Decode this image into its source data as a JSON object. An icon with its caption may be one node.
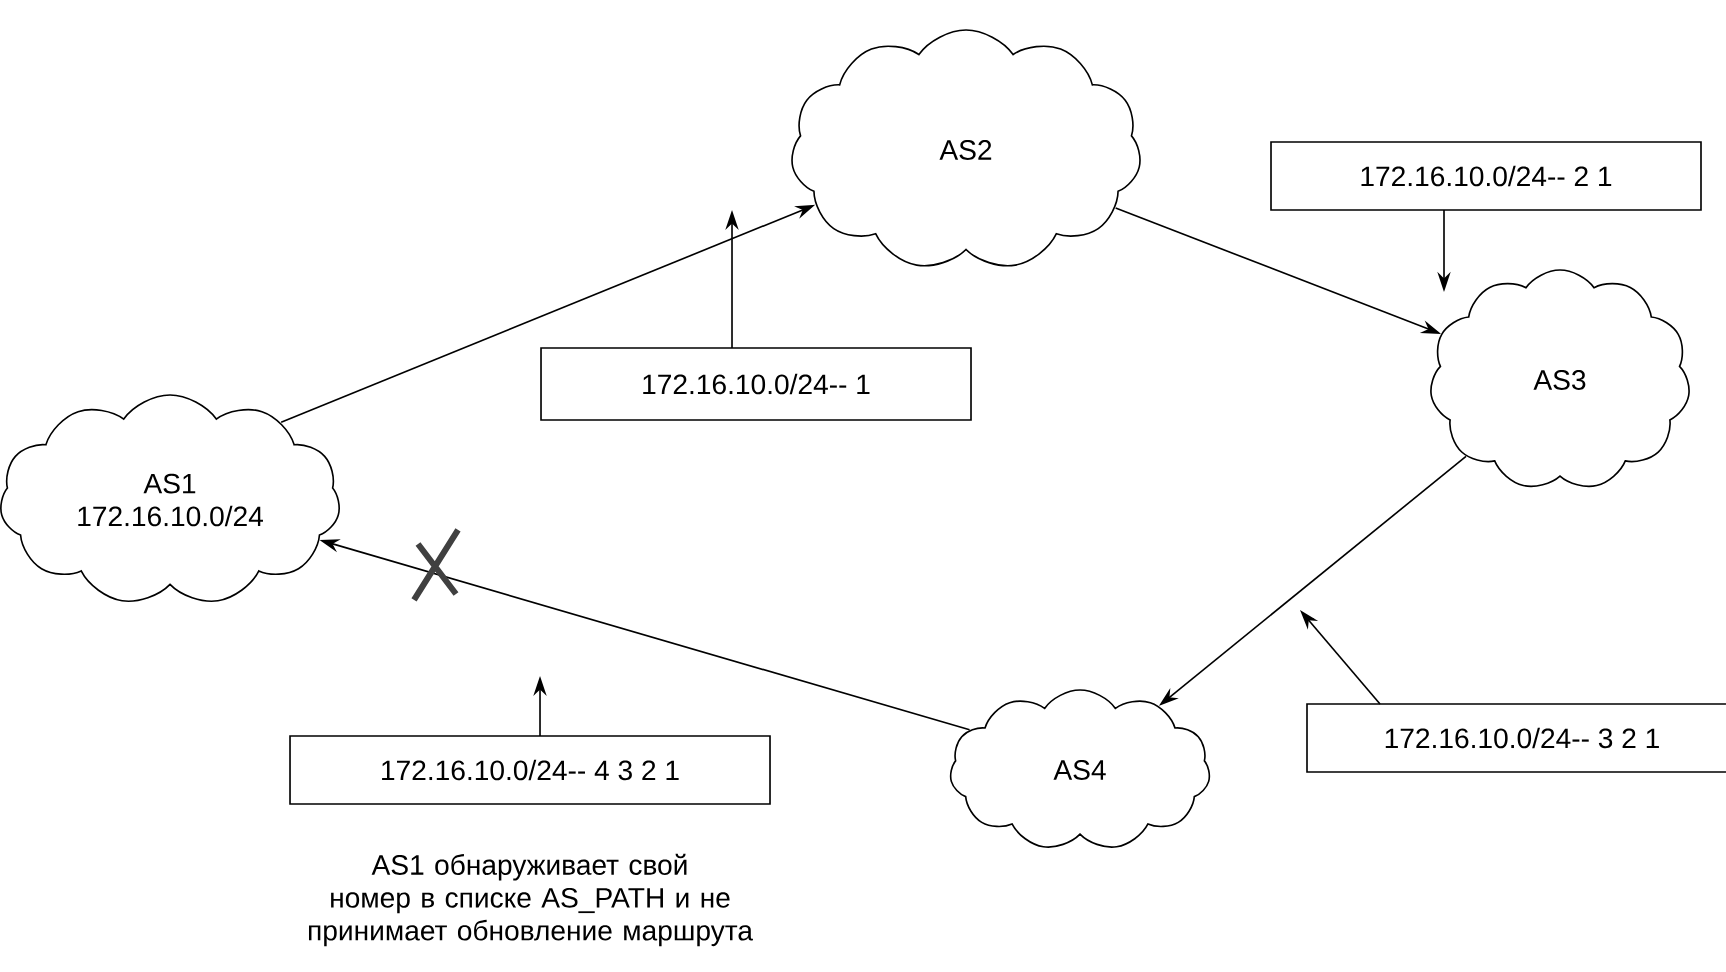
{
  "diagram": {
    "nodes": [
      {
        "text": [
          "AS1",
          "172.16.10.0/24"
        ]
      },
      {
        "text": [
          "AS2"
        ]
      },
      {
        "text": [
          "AS3"
        ]
      },
      {
        "text": [
          "AS4"
        ]
      },
      {
        "text": [
          "172.16.10.0/24-- 1"
        ]
      },
      {
        "text": [
          "172.16.10.0/24-- 2 1"
        ]
      },
      {
        "text": [
          "172.16.10.0/24-- 3 2 1"
        ]
      },
      {
        "text": [
          "172.16.10.0/24-- 4 3 2 1"
        ]
      }
    ],
    "edges": [
      {
        "from": 0,
        "to": 1,
        "arrow": "to"
      },
      {
        "from": 1,
        "to": 2,
        "arrow": "to"
      },
      {
        "from": 2,
        "to": 3,
        "arrow": "to"
      },
      {
        "from": 3,
        "to": 0,
        "arrow": "to"
      },
      {
        "from": 4,
        "to": null,
        "arrow": "to"
      },
      {
        "from": 5,
        "to": null,
        "arrow": "to"
      },
      {
        "from": 6,
        "to": null,
        "arrow": "to"
      },
      {
        "from": 7,
        "to": null,
        "arrow": "to"
      }
    ],
    "labels": [
      "AS1 обнаруживает свой номер в списке AS_PATH и не принимает обновление маршрута"
    ]
  }
}
